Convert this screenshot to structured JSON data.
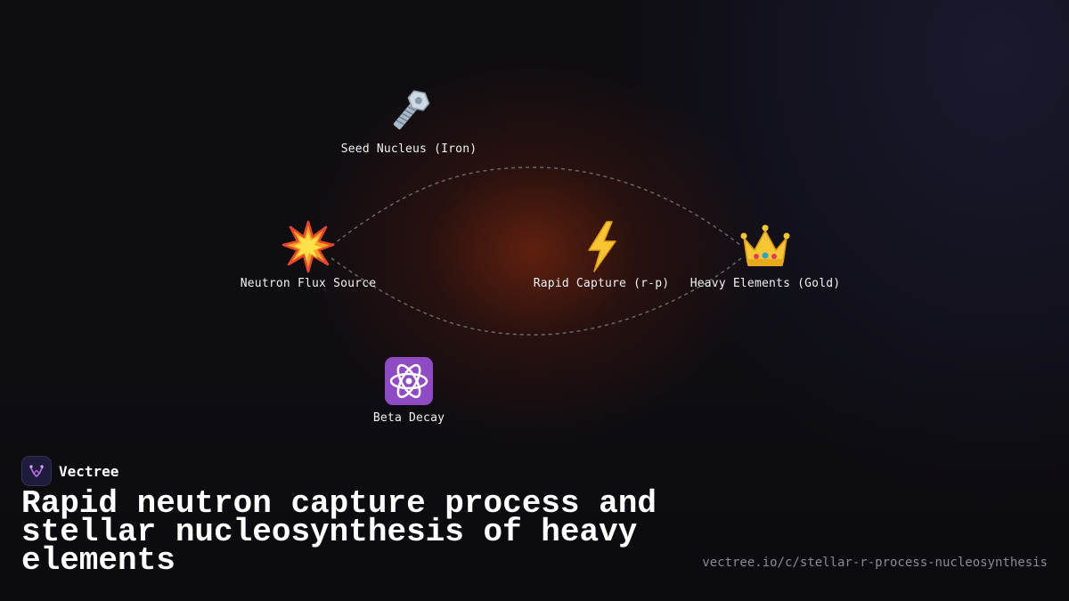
{
  "nodes": [
    {
      "id": "seed",
      "label": "Seed Nucleus (Iron)",
      "icon": "bolt-nut-icon"
    },
    {
      "id": "flux",
      "label": "Neutron Flux Source",
      "icon": "explosion-icon"
    },
    {
      "id": "capture",
      "label": "Rapid Capture (r-p)",
      "icon": "lightning-icon"
    },
    {
      "id": "heavy",
      "label": "Heavy Elements (Gold)",
      "icon": "crown-icon"
    },
    {
      "id": "decay",
      "label": "Beta Decay",
      "icon": "atom-icon"
    }
  ],
  "brand": {
    "name": "Vectree",
    "icon": "vectree-logo-icon"
  },
  "title": "Rapid neutron capture process and stellar nucleosynthesis of heavy elements",
  "url": "vectree.io/c/stellar-r-process-nucleosynthesis",
  "colors": {
    "background": "#0e0d12",
    "glow": "#6e230e",
    "connector": "#8a8a92",
    "text": "#ffffff"
  }
}
